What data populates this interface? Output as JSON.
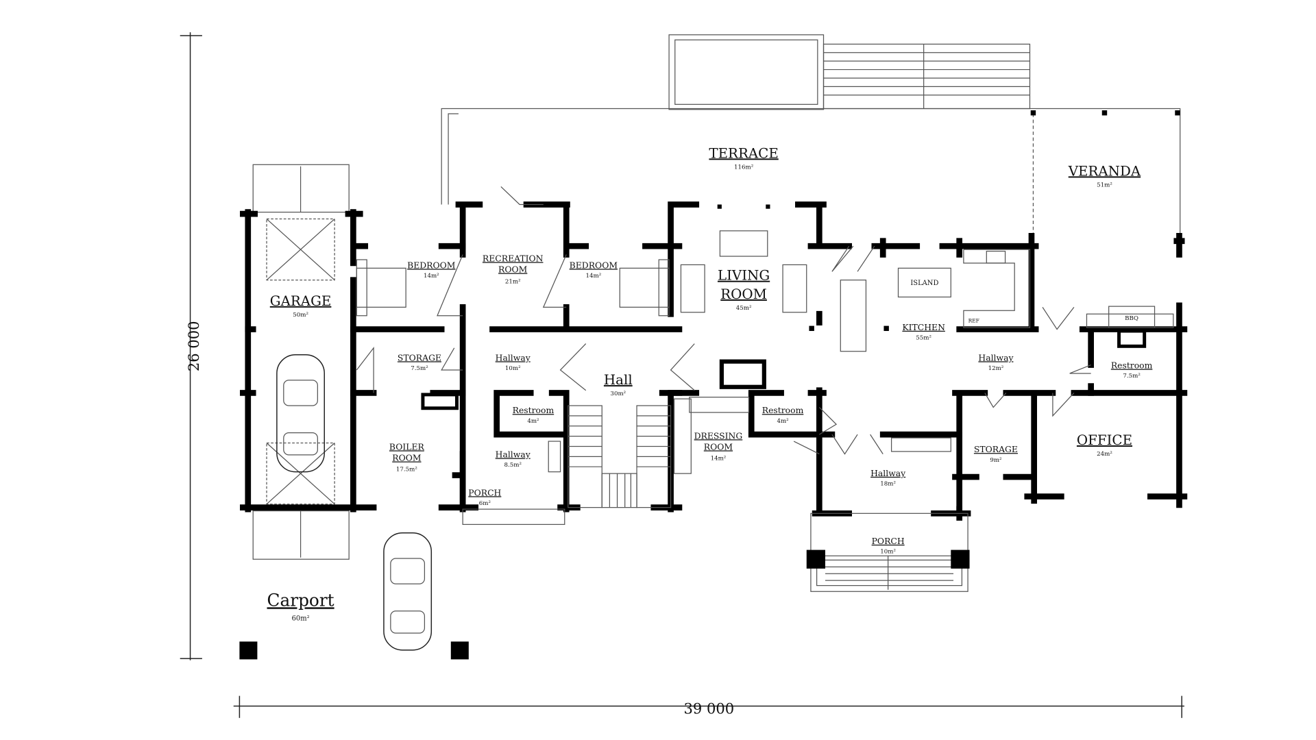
{
  "plan": {
    "dimensions": {
      "width": "39 000",
      "height": "26 000"
    },
    "rooms": {
      "terrace": {
        "name": "TERRACE",
        "area": "116m²"
      },
      "veranda": {
        "name": "VERANDA",
        "area": "51m²"
      },
      "garage": {
        "name": "GARAGE",
        "area": "50m²"
      },
      "bedroom1": {
        "name": "BEDROOM",
        "area": "14m²"
      },
      "recreation": {
        "name1": "RECREATION",
        "name2": "ROOM",
        "area": "21m²"
      },
      "bedroom2": {
        "name": "BEDROOM",
        "area": "14m²"
      },
      "living": {
        "name1": "LIVING",
        "name2": "ROOM",
        "area": "45m²"
      },
      "kitchen": {
        "name": "KITCHEN",
        "area": "55m²"
      },
      "storage1": {
        "name": "STORAGE",
        "area": "7.5m²"
      },
      "hallway1": {
        "name": "Hallway",
        "area": "10m²"
      },
      "hall": {
        "name": "Hall",
        "area": "30m²"
      },
      "hallway2": {
        "name": "Hallway",
        "area": "12m²"
      },
      "restroom1": {
        "name": "Restroom",
        "area": "7.5m²"
      },
      "restroom2": {
        "name": "Restroom",
        "area": "4m²"
      },
      "restroom3": {
        "name": "Restroom",
        "area": "4m²"
      },
      "boiler": {
        "name1": "BOILER",
        "name2": "ROOM",
        "area": "17.5m²"
      },
      "hallway3": {
        "name": "Hallway",
        "area": "8.5m²"
      },
      "porch1": {
        "name": "PORCH",
        "area": "6m²"
      },
      "dressing": {
        "name1": "DRESSING",
        "name2": "ROOM",
        "area": "14m²"
      },
      "hallway4": {
        "name": "Hallway",
        "area": "18m²"
      },
      "storage2": {
        "name": "STORAGE",
        "area": "9m²"
      },
      "office": {
        "name": "OFFICE",
        "area": "24m²"
      },
      "porch2": {
        "name": "PORCH",
        "area": "10m²"
      },
      "carport": {
        "name": "Carport",
        "area": "60m²"
      }
    },
    "fixtures": {
      "island": "ISLAND",
      "ref": "REF",
      "bbq": "BBQ"
    }
  }
}
